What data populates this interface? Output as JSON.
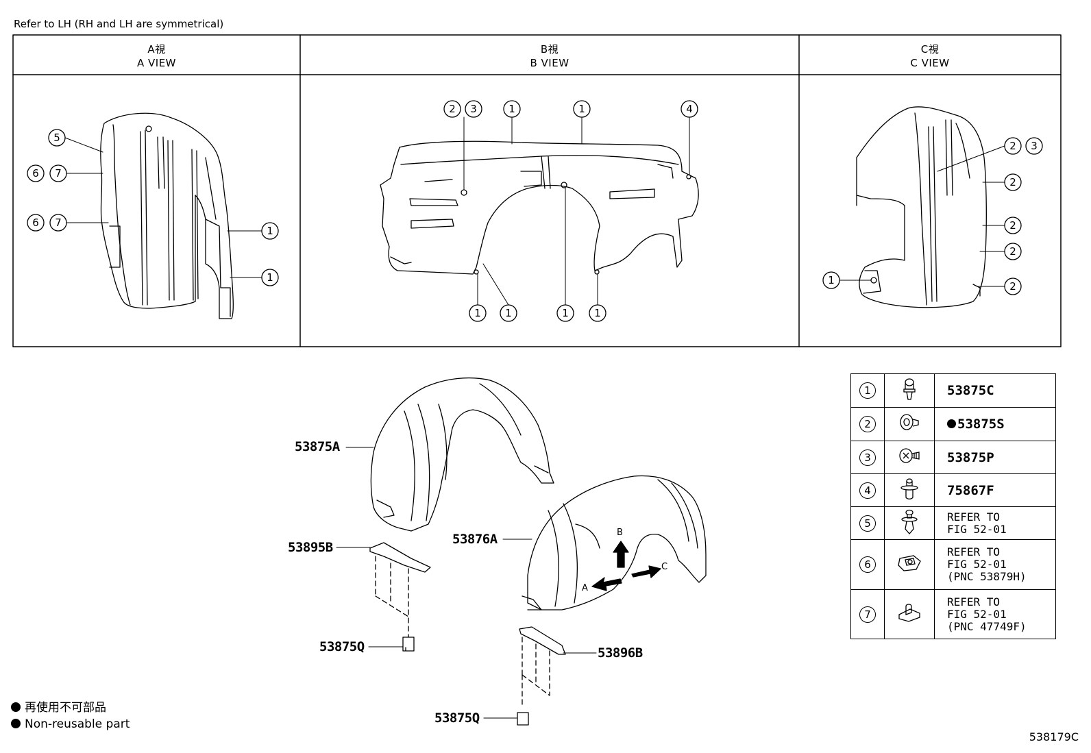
{
  "header_note": "Refer to LH (RH and LH are symmetrical)",
  "views": [
    {
      "jp": "A視",
      "en": "A VIEW"
    },
    {
      "jp": "B視",
      "en": "B VIEW"
    },
    {
      "jp": "C視",
      "en": "C VIEW"
    }
  ],
  "callouts": {
    "a_view": [
      "5",
      "6",
      "7",
      "6",
      "7",
      "1",
      "1"
    ],
    "b_view": [
      "2",
      "3",
      "1",
      "1",
      "4",
      "1",
      "1",
      "1",
      "1"
    ],
    "c_view": [
      "2",
      "3",
      "2",
      "2",
      "2",
      "2",
      "1"
    ]
  },
  "part_labels": {
    "liner_front": "53875A",
    "liner_rear": "53876A",
    "seal_left": "53895B",
    "seal_right": "53896B",
    "screw_left": "53875Q",
    "screw_right": "53875Q"
  },
  "arrows": {
    "a": "A",
    "b": "B",
    "c": "C"
  },
  "parts_table": [
    {
      "num": "1",
      "icon": "clip-icon",
      "part": [
        "53875C"
      ],
      "nonreusable": false
    },
    {
      "num": "2",
      "icon": "grommet-icon",
      "part": [
        "53875S"
      ],
      "nonreusable": true
    },
    {
      "num": "3",
      "icon": "screw-washer-icon",
      "part": [
        "53875P"
      ],
      "nonreusable": false
    },
    {
      "num": "4",
      "icon": "push-rivet-icon",
      "part": [
        "75867F"
      ],
      "nonreusable": false
    },
    {
      "num": "5",
      "icon": "pin-clip-icon",
      "part": [
        "REFER TO",
        "FIG 52-01"
      ],
      "nonreusable": false
    },
    {
      "num": "6",
      "icon": "spring-nut-icon",
      "part": [
        "REFER TO",
        "FIG 52-01",
        "(PNC 53879H)"
      ],
      "nonreusable": false
    },
    {
      "num": "7",
      "icon": "bracket-clip-icon",
      "part": [
        "REFER TO",
        "FIG 52-01",
        "(PNC 47749F)"
      ],
      "nonreusable": false
    }
  ],
  "legend": {
    "jp": "再使用不可部品",
    "en": "Non-reusable part"
  },
  "figure_number": "538179C"
}
